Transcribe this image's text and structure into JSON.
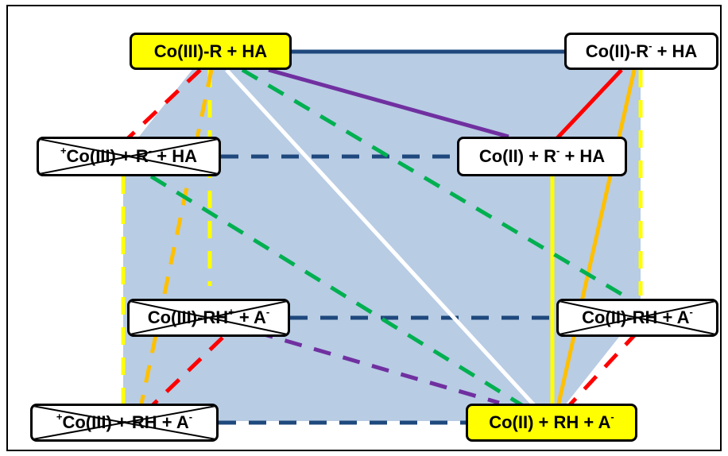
{
  "nodes": {
    "co3_r_ha": {
      "pre_sup": "",
      "text": "Co(III)-R + HA",
      "sup": "",
      "tail": "",
      "highlight": true,
      "crossed": false
    },
    "co2_r_ha": {
      "pre_sup": "",
      "text": "Co(II)-R",
      "sup": "-",
      "tail": " + HA",
      "highlight": false,
      "crossed": false
    },
    "co3p_rm_ha": {
      "pre_sup": "+",
      "text": "Co(III) + R",
      "sup": "-",
      "tail": " + HA",
      "highlight": false,
      "crossed": true
    },
    "co2_rm_ha": {
      "pre_sup": "",
      "text": "Co(II) + R",
      "sup": "-",
      "tail": " + HA",
      "highlight": false,
      "crossed": false
    },
    "co3_rhp_am": {
      "pre_sup": "",
      "text": "Co(III)-RH",
      "sup": "+",
      "tail": " + A",
      "tail_sup": "-",
      "highlight": false,
      "crossed": true
    },
    "co2_rh_am": {
      "pre_sup": "",
      "text": "Co(II)-RH + A",
      "sup": "-",
      "tail": "",
      "highlight": false,
      "crossed": true
    },
    "co3p_rh_am": {
      "pre_sup": "+",
      "text": "Co(III) + RH + A",
      "sup": "-",
      "tail": "",
      "highlight": false,
      "crossed": true
    },
    "co2_rh_am_final": {
      "pre_sup": "",
      "text": "Co(II) + RH + A",
      "sup": "-",
      "tail": "",
      "highlight": true,
      "crossed": false
    }
  },
  "colors": {
    "fill": "#b8cce4",
    "navy": "#1f497d",
    "red": "#ff0000",
    "orange": "#ffc000",
    "yellow": "#ffff00",
    "green": "#00b050",
    "purple": "#7030a0",
    "white": "#ffffff",
    "highlight": "#ffff00"
  }
}
